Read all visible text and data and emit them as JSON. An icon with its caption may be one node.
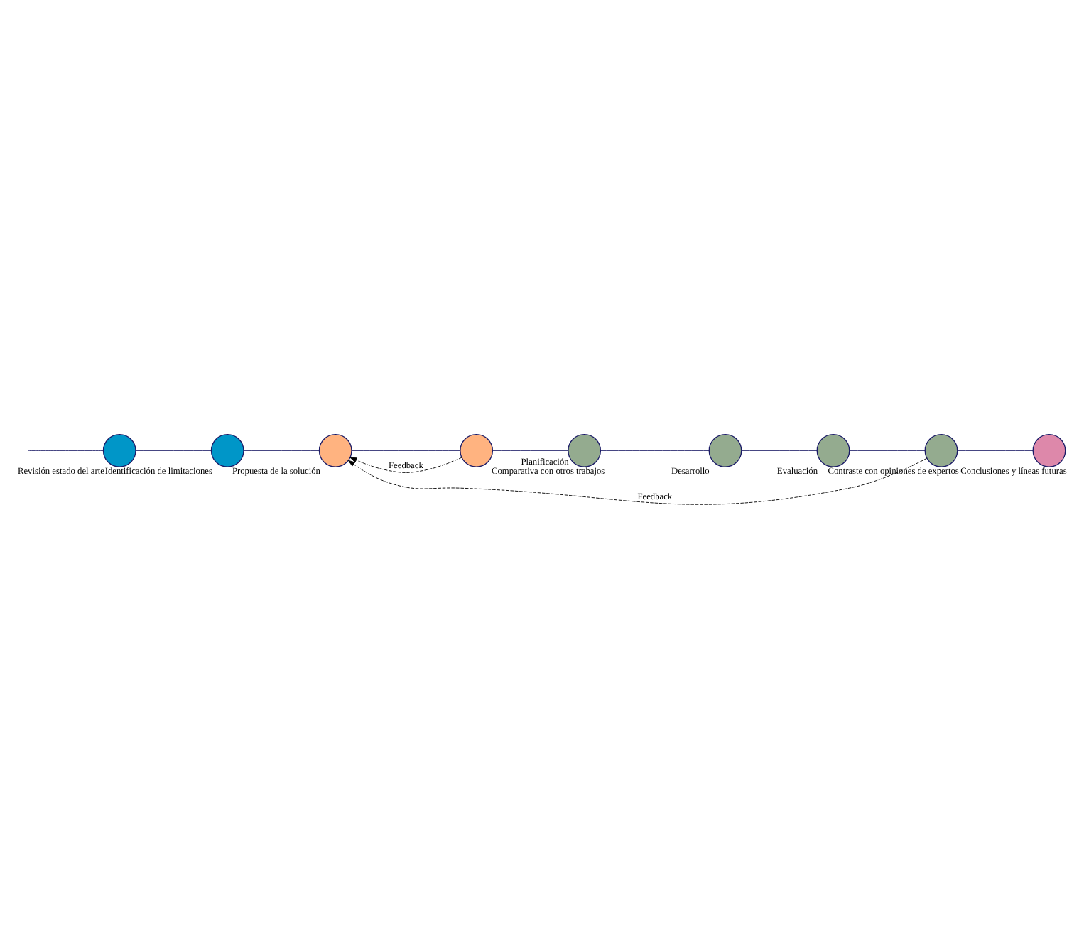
{
  "diagram": {
    "nodes": [
      {
        "text": [
          "Revisión estado del arte"
        ]
      },
      {
        "text": [
          "Identificación de limitaciones"
        ]
      },
      {
        "text": [
          "Propuesta de la solución"
        ]
      },
      {
        "text": [
          "Comparativa con otros trabajos"
        ]
      },
      {
        "text": [
          "Planificación"
        ]
      },
      {
        "text": [
          "Desarrollo"
        ]
      },
      {
        "text": [
          "Evaluación"
        ]
      },
      {
        "text": [
          "Contraste con opiniones de expertos"
        ]
      },
      {
        "text": [
          "Conclusiones y líneas futuras"
        ]
      }
    ],
    "edges": [
      {
        "from": null,
        "to": 0,
        "arrow": "none"
      },
      {
        "from": 0,
        "to": 1,
        "arrow": "none"
      },
      {
        "from": 1,
        "to": 2,
        "arrow": "none"
      },
      {
        "from": 2,
        "to": 3,
        "arrow": "none"
      },
      {
        "from": 3,
        "to": 4,
        "arrow": "none"
      },
      {
        "from": 4,
        "to": 5,
        "arrow": "none"
      },
      {
        "from": 5,
        "to": 6,
        "arrow": "none"
      },
      {
        "from": 6,
        "to": 7,
        "arrow": "none"
      },
      {
        "from": 7,
        "to": 8,
        "arrow": "none"
      },
      {
        "from": 7,
        "to": 2,
        "arrow": "to",
        "label": "Feedback",
        "style": "dashed",
        "color": "#000000"
      },
      {
        "from": 3,
        "to": 2,
        "arrow": "to",
        "label": "Feedback",
        "style": "dashed",
        "color": "#000000"
      }
    ]
  }
}
